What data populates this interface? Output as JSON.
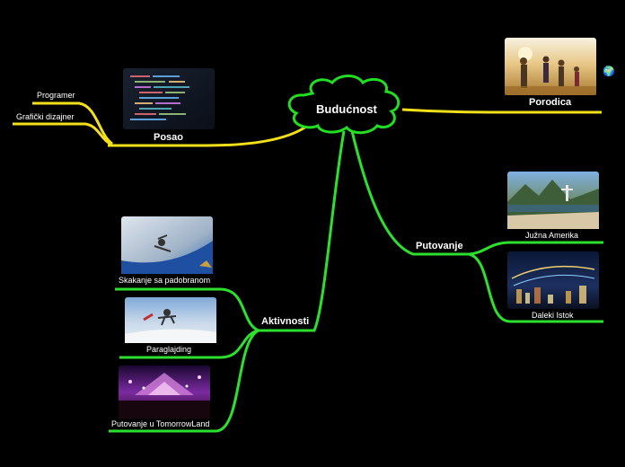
{
  "center": {
    "label": "Budućnost"
  },
  "branches": {
    "posao": {
      "label": "Posao",
      "children": [
        "Programer",
        "Grafički dizajner"
      ]
    },
    "porodica": {
      "label": "Porodica"
    },
    "putovanje": {
      "label": "Putovanje",
      "children": [
        "Južna Amerika",
        "Daleki Istok"
      ]
    },
    "aktivnosti": {
      "label": "Aktivnosti",
      "children": [
        "Skakanje sa padobranom",
        "Paraglajding",
        "Putovanje u TomorrowLand"
      ]
    }
  },
  "colors": {
    "center_border": "#22dd22",
    "yellow_branch": "#f2e01a",
    "green_branch": "#2ee02e",
    "background": "#000000"
  },
  "icons": {
    "porodica_link": "globe-icon"
  }
}
